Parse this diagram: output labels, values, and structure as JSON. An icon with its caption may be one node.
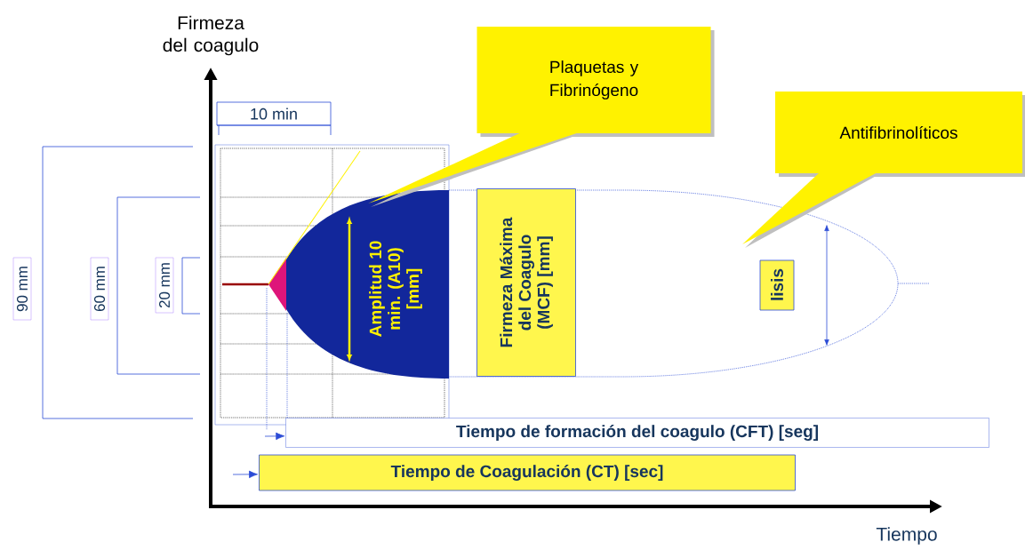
{
  "diagram": {
    "nodes": [
      {
        "text": [
          "10 min"
        ]
      },
      {
        "text": [
          "Plaquetas y Fibrinógeno"
        ]
      },
      {
        "text": [
          "Antifibrinolíticos"
        ]
      },
      {
        "text": [
          "90 mm"
        ]
      },
      {
        "text": [
          "60 mm"
        ]
      },
      {
        "text": [
          "20 mm"
        ]
      },
      {
        "text": [
          "Amplitud 10 min. (A10) [mm]"
        ]
      },
      {
        "text": [
          "Firmeza Máxima del Coagulo (MCF) [mm]"
        ]
      },
      {
        "text": [
          "lisis"
        ]
      },
      {
        "text": [
          "Tiempo de formación del coagulo (CFT) [seg]"
        ]
      },
      {
        "text": [
          "Tiempo de Coagulación (CT) [sec]"
        ]
      }
    ],
    "edges": [
      {
        "from": null,
        "to": 9,
        "arrow": "to"
      },
      {
        "from": null,
        "to": 10,
        "arrow": "to"
      }
    ],
    "labels": [
      "Firmeza del coagulo",
      "Tiempo"
    ]
  }
}
